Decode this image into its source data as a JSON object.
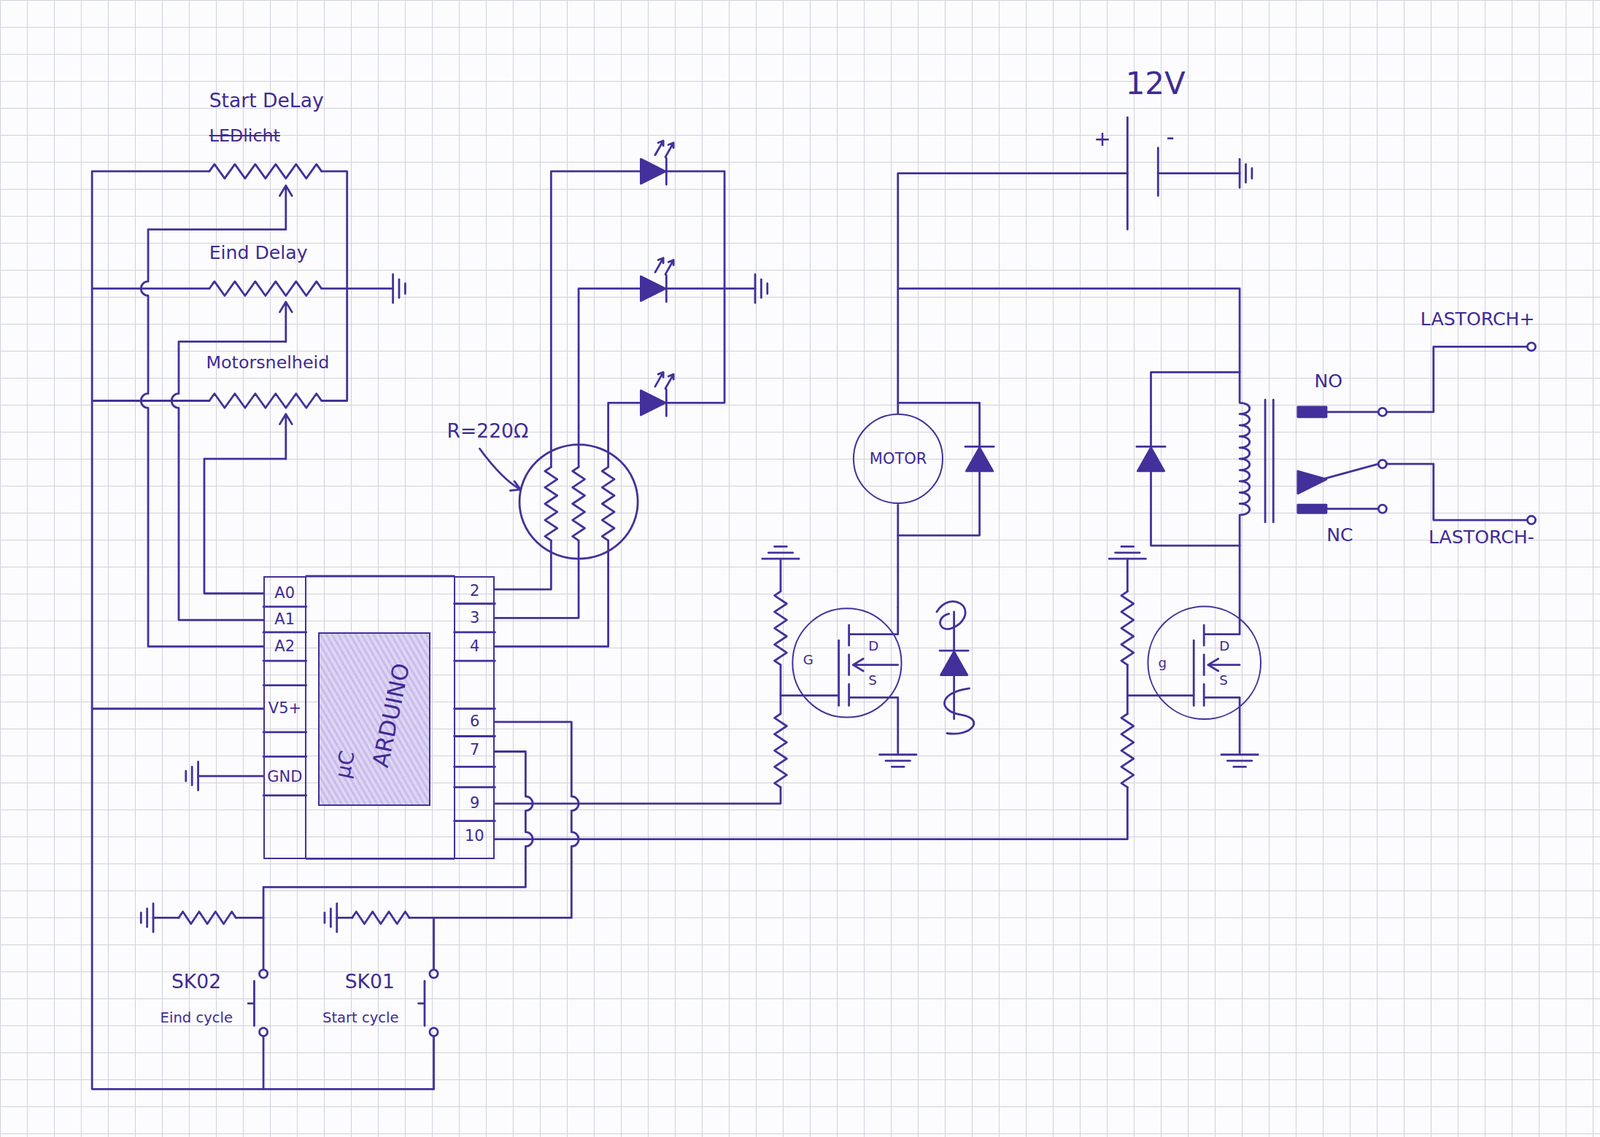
{
  "diagram": {
    "nodes": [
      {
        "text": [
          "A0",
          "A1",
          "A2",
          "V5+",
          "GND"
        ]
      },
      {
        "text": [
          "µC",
          "ARDUINO"
        ]
      },
      {
        "text": [
          "2",
          "3",
          "4",
          "6",
          "7",
          "9",
          "10"
        ]
      },
      {
        "text": [
          "MOTOR"
        ]
      },
      {
        "text": [
          "D",
          "G",
          "S"
        ]
      },
      {
        "text": [
          "D",
          "g",
          "S"
        ]
      }
    ],
    "edges": [
      {
        "from": 3,
        "to": 4,
        "arrow": "none"
      }
    ],
    "labels": [
      "Start DeLay",
      "LEDlicht",
      "Eind Delay",
      "Motorsnelheid",
      "R=220Ω",
      "12V",
      "+",
      "-",
      "NO",
      "NC",
      "LASTORCH+",
      "LASTORCH-",
      "SK02",
      "Eind cycle",
      "SK01",
      "Start cycle"
    ]
  }
}
